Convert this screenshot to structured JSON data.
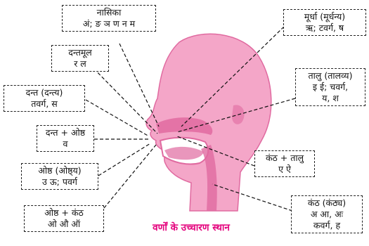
{
  "labels": {
    "nasika": {
      "line1": "नासिका",
      "line2": "अं; ङ ञ ण न म"
    },
    "dantmool": {
      "line1": "दन्तमूल",
      "line2": "र ल"
    },
    "dant": {
      "line1": "दन्त (दन्त्य)",
      "line2": "तवर्ग, स"
    },
    "dant_oshth": {
      "line1": "दन्त + ओष्ठ",
      "line2": "व"
    },
    "oshth": {
      "line1": "ओष्ठ (ओष्ठ्य)",
      "line2": "उ ऊ; पवर्ग"
    },
    "oshth_kanth": {
      "line1": "ओष्ठ + कंठ",
      "line2": "ओ औ ऑ"
    },
    "murdha": {
      "line1": "मूर्धा (मूर्धन्य)",
      "line2": "ऋ; टवर्ग, ष"
    },
    "talu": {
      "line1": "तालु (तालव्य)",
      "line2": "इ ई; चवर्ग,",
      "line3": "य, श"
    },
    "kanth_talu": {
      "line1": "कंठ + तालु",
      "line2": "ए ऐ"
    },
    "kanth": {
      "line1": "कंठ (कंठ्य)",
      "line2": "अ आ, अः",
      "line3": "कवर्ग, ह"
    }
  },
  "caption": "वर्णों के उच्चारण स्थान",
  "colors": {
    "head": "#f4a6c8",
    "head_dark": "#e06aa0",
    "caption": "#e4007c",
    "box_border": "#222222"
  }
}
